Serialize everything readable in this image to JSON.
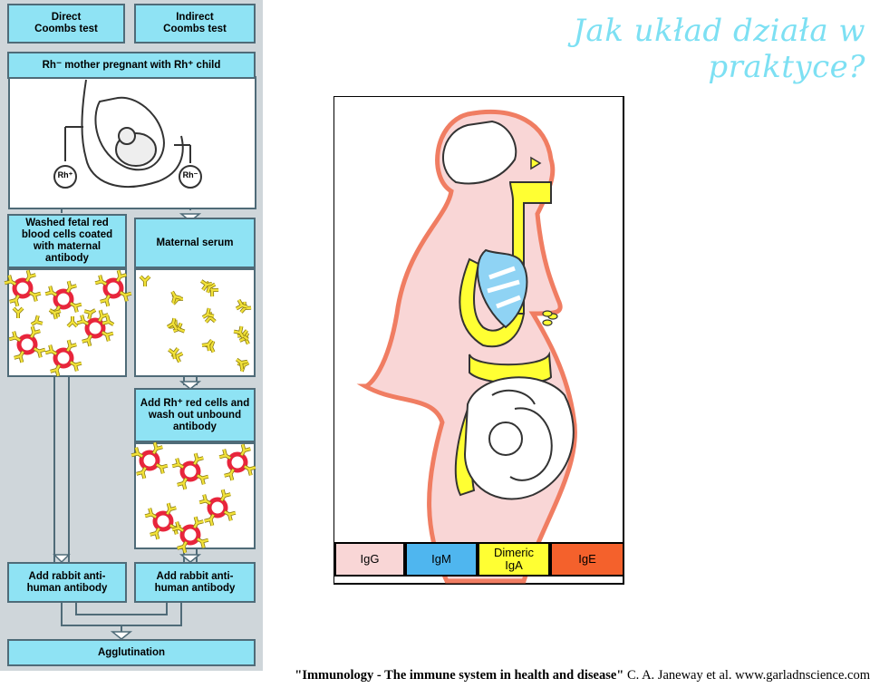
{
  "title": "Jak układ działa w praktyce?",
  "citation": {
    "title": "\"Immunology - The immune system in health and disease\"",
    "rest": " C. A. Janeway et al. www.garladnscience.com"
  },
  "coombs": {
    "direct_header": "Direct\nCoombs test",
    "indirect_header": "Indirect\nCoombs test",
    "mother": "Rh⁻ mother pregnant with Rh⁺ child",
    "rh_plus_tag": "Rh⁺",
    "rh_minus_tag": "Rh⁻",
    "washed_cells": "Washed fetal red blood cells coated with maternal antibody",
    "maternal_serum": "Maternal serum",
    "add_rh_cells": "Add Rh⁺ red cells and wash out unbound antibody",
    "add_rabbit_left": "Add rabbit anti-human antibody",
    "add_rabbit_right": "Add rabbit anti-human antibody",
    "agglutination": "Agglutination"
  },
  "legend": [
    {
      "label": "IgG",
      "color": "#f9d6d6"
    },
    {
      "label": "IgM",
      "color": "#4fb6ef"
    },
    {
      "label": "Dimeric\nIgA",
      "color": "#ffff33"
    },
    {
      "label": "IgE",
      "color": "#f4612c"
    }
  ],
  "colors": {
    "panel_bg": "#cfd6da",
    "box_fill": "#8fe3f4",
    "red_cell": "#e8253c",
    "antibody": "#f2e23a"
  }
}
